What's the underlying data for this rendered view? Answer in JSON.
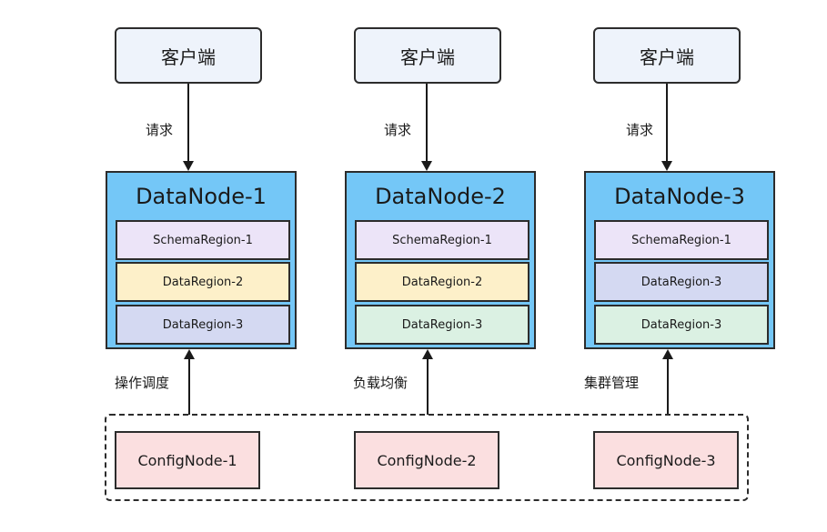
{
  "colors": {
    "client_fill": "#eef3fb",
    "datanode_fill": "#74c7f7",
    "schema_region_fill": "#ece4f8",
    "data_region_2_fill": "#fdf0c9",
    "data_region_3_purple_fill": "#d4d9f2",
    "data_region_3_green_fill": "#dbf1e3",
    "confignode_fill": "#fbdfe0",
    "stroke": "#2c2c2c"
  },
  "columns": [
    {
      "client": {
        "label": "客户端"
      },
      "request_label": "请求",
      "datanode": {
        "title": "DataNode-1",
        "regions": [
          {
            "label": "SchemaRegion-1",
            "fill": "#ece4f8"
          },
          {
            "label": "DataRegion-2",
            "fill": "#fdf0c9"
          },
          {
            "label": "DataRegion-3",
            "fill": "#d4d9f2"
          }
        ]
      },
      "support_label": "操作调度",
      "confignode": {
        "label": "ConfigNode-1"
      }
    },
    {
      "client": {
        "label": "客户端"
      },
      "request_label": "请求",
      "datanode": {
        "title": "DataNode-2",
        "regions": [
          {
            "label": "SchemaRegion-1",
            "fill": "#ece4f8"
          },
          {
            "label": "DataRegion-2",
            "fill": "#fdf0c9"
          },
          {
            "label": "DataRegion-3",
            "fill": "#dbf1e3"
          }
        ]
      },
      "support_label": "负载均衡",
      "confignode": {
        "label": "ConfigNode-2"
      }
    },
    {
      "client": {
        "label": "客户端"
      },
      "request_label": "请求",
      "datanode": {
        "title": "DataNode-3",
        "regions": [
          {
            "label": "SchemaRegion-1",
            "fill": "#ece4f8"
          },
          {
            "label": "DataRegion-3",
            "fill": "#d4d9f2"
          },
          {
            "label": "DataRegion-3",
            "fill": "#dbf1e3"
          }
        ]
      },
      "support_label": "集群管理",
      "confignode": {
        "label": "ConfigNode-3"
      }
    }
  ]
}
